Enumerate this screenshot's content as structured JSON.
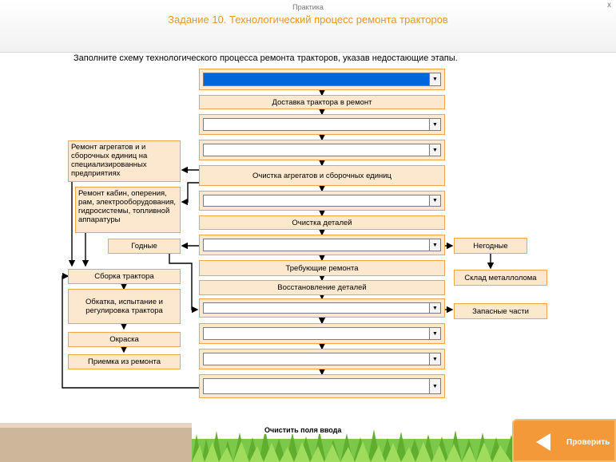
{
  "header": {
    "section": "Практика",
    "title": "Задание 10. Технологический процесс ремонта тракторов",
    "close": "x"
  },
  "instruction": "Заполните схему технологического процесса ремонта тракторов, указав недостающие этапы.",
  "flow": {
    "delivery": "Доставка трактора в ремонт",
    "cleaning_units": "Очистка агрегатов и сборочных единиц",
    "cleaning_parts": "Очистка деталей",
    "need_repair": "Требующие ремонта",
    "restoration": "Восстановление деталей"
  },
  "side": {
    "specialized": "Ремонт агрегатов и и сборочных единиц на специализированных предприятиях",
    "cabins": "Ремонт кабин, оперения, рам, электрооборудования, гидросистемы, топливной аппаратуры",
    "usable": "Годные",
    "assembly": "Сборка трактора",
    "running": "Обкатка, испытание и регулировка трактора",
    "painting": "Окраска",
    "acceptance": "Приемка из ремонта",
    "unusable": "Негодные",
    "scrap": "Склад металлолома",
    "spares": "Запасные части"
  },
  "dropdown_arrow": "▼",
  "footer": {
    "clear": "Очистить поля ввода",
    "check": "Проверить"
  }
}
